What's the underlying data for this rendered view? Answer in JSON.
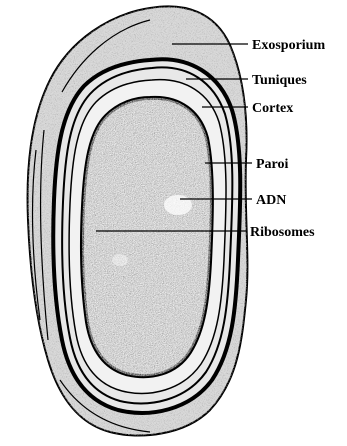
{
  "diagram": {
    "labels": [
      {
        "id": "exosporium",
        "text": "Exosporium"
      },
      {
        "id": "tuniques",
        "text": "Tuniques"
      },
      {
        "id": "cortex",
        "text": "Cortex"
      },
      {
        "id": "paroi",
        "text": "Paroi"
      },
      {
        "id": "adn",
        "text": "ADN"
      },
      {
        "id": "ribosomes",
        "text": "Ribosomes"
      }
    ]
  },
  "colors": {
    "ink": "#000000",
    "outer_fill": "#d9d9d9",
    "cortex_fill": "#f2f2f2",
    "core_fill": "#6e6e6e",
    "background": "#ffffff"
  }
}
